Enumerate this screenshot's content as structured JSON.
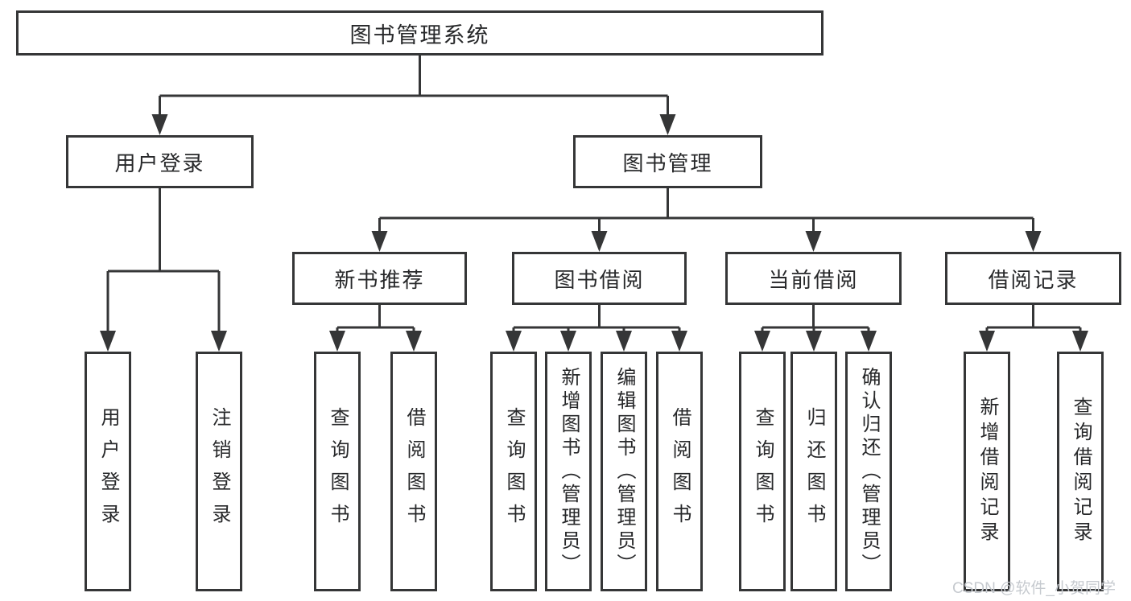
{
  "diagram": {
    "root": {
      "label": "图书管理系统"
    },
    "level2": [
      {
        "label": "用户登录"
      },
      {
        "label": "图书管理"
      }
    ],
    "level3": [
      {
        "label": "新书推荐"
      },
      {
        "label": "图书借阅"
      },
      {
        "label": "当前借阅"
      },
      {
        "label": "借阅记录"
      }
    ],
    "leaves": {
      "user_login": [
        "用户登录",
        "注销登录"
      ],
      "new_book": [
        "查询图书",
        "借阅图书"
      ],
      "book_borrow": [
        "查询图书",
        "新增图书（管理员）",
        "编辑图书（管理员）",
        "借阅图书"
      ],
      "current_borrow": [
        "查询图书",
        "归还图书",
        "确认归还（管理员）"
      ],
      "borrow_record": [
        "新增借阅记录",
        "查询借阅记录"
      ]
    }
  },
  "watermark": "CSDN @软件_小贺同学",
  "colors": {
    "line": "#353637",
    "text": "#27282a",
    "background": "#ffffff",
    "watermark": "#c6cacf"
  }
}
